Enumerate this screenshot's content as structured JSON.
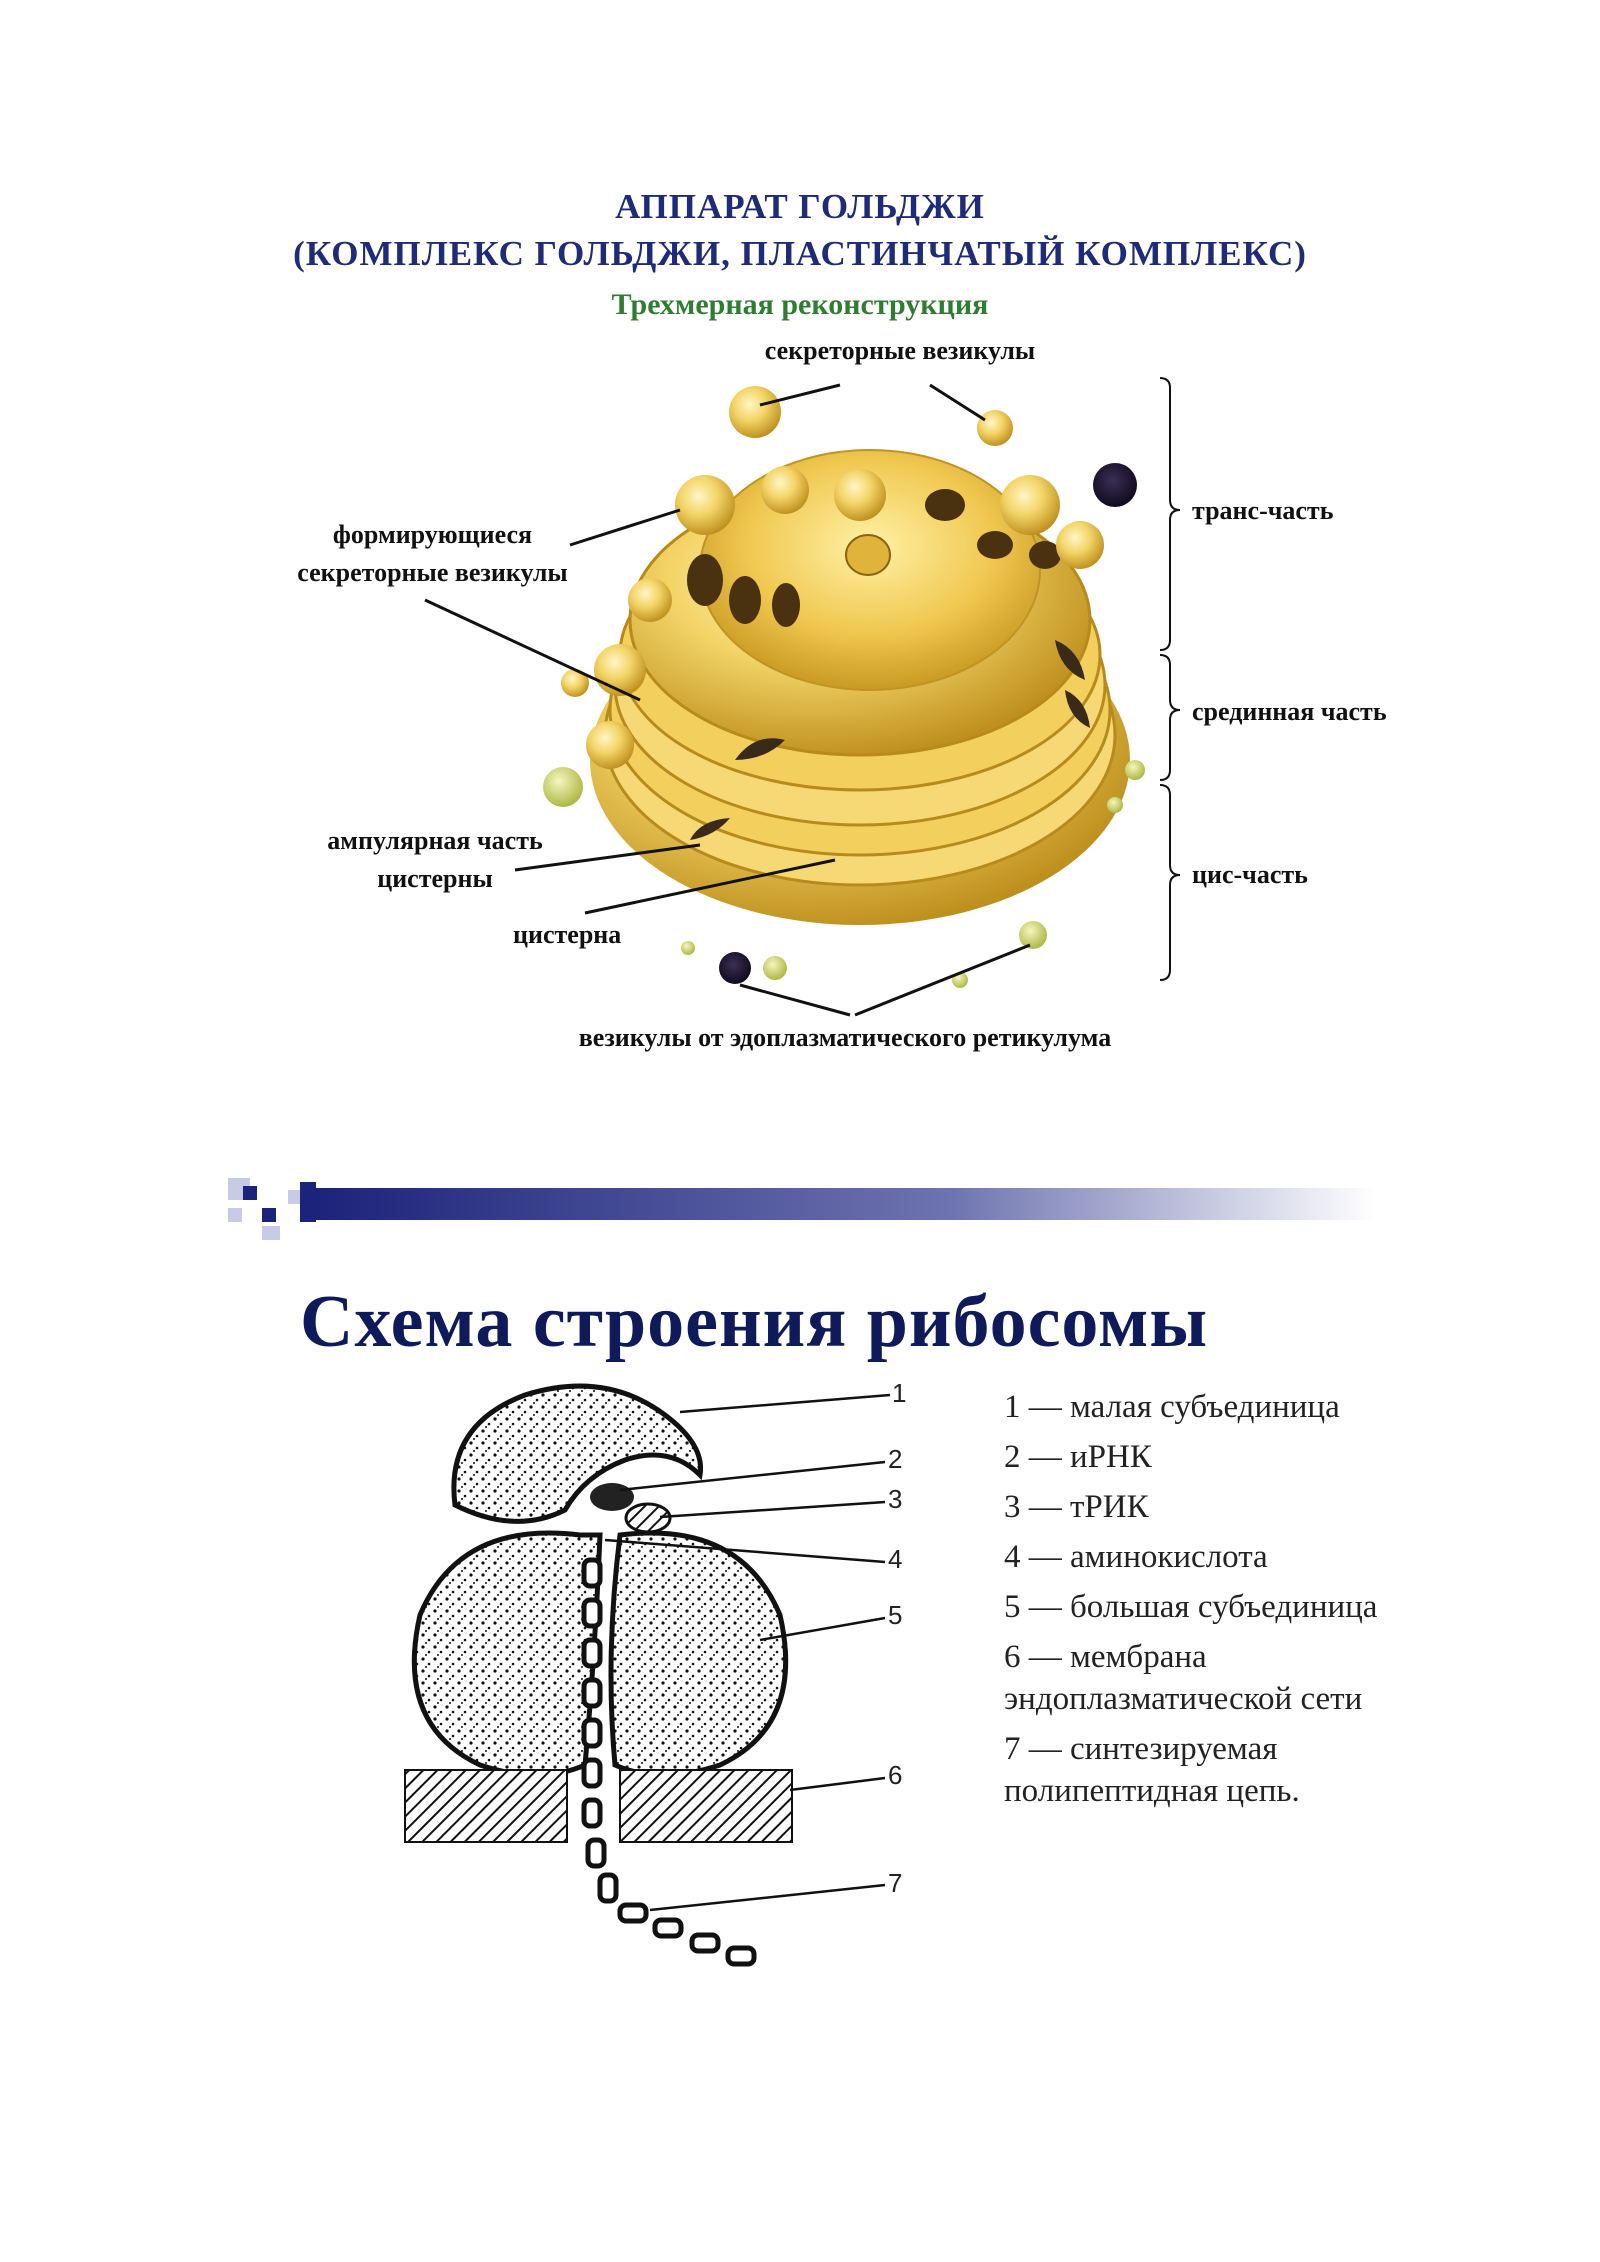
{
  "golgi": {
    "title_line1": "АППАРАТ ГОЛЬДЖИ",
    "title_line2": "(КОМПЛЕКС ГОЛЬДЖИ, ПЛАСТИНЧАТЫЙ КОМПЛЕКС)",
    "subtitle": "Трехмерная реконструкция",
    "labels": {
      "secretory_vesicles": "секреторные везикулы",
      "forming_vesicles_1": "формирующиеся",
      "forming_vesicles_2": "секреторные везикулы",
      "trans": "транс-часть",
      "medial": "срединная часть",
      "cis": "цис-часть",
      "ampullar_1": "ампулярная часть",
      "ampullar_2": "цистерны",
      "cistern": "цистерна",
      "er_vesicles": "везикулы от эдоплазматического ретикулума"
    },
    "colors": {
      "title": "#1f2a78",
      "subtitle": "#2f7d32",
      "golgi_fill": "#f0cf5a",
      "vesicle_green": "#c8d45a"
    }
  },
  "ribosome": {
    "title": "Схема строения рибосомы",
    "numbers": [
      "1",
      "2",
      "3",
      "4",
      "5",
      "6",
      "7"
    ],
    "legend": [
      "1 — малая субъединица",
      "2 — иРНК",
      "3 — тРИК",
      "4 — аминокислота",
      "5 — большая субъединица",
      "6 — мембрана эндоплазматической сети",
      "7 — синтезируемая полипептидная цепь."
    ]
  }
}
